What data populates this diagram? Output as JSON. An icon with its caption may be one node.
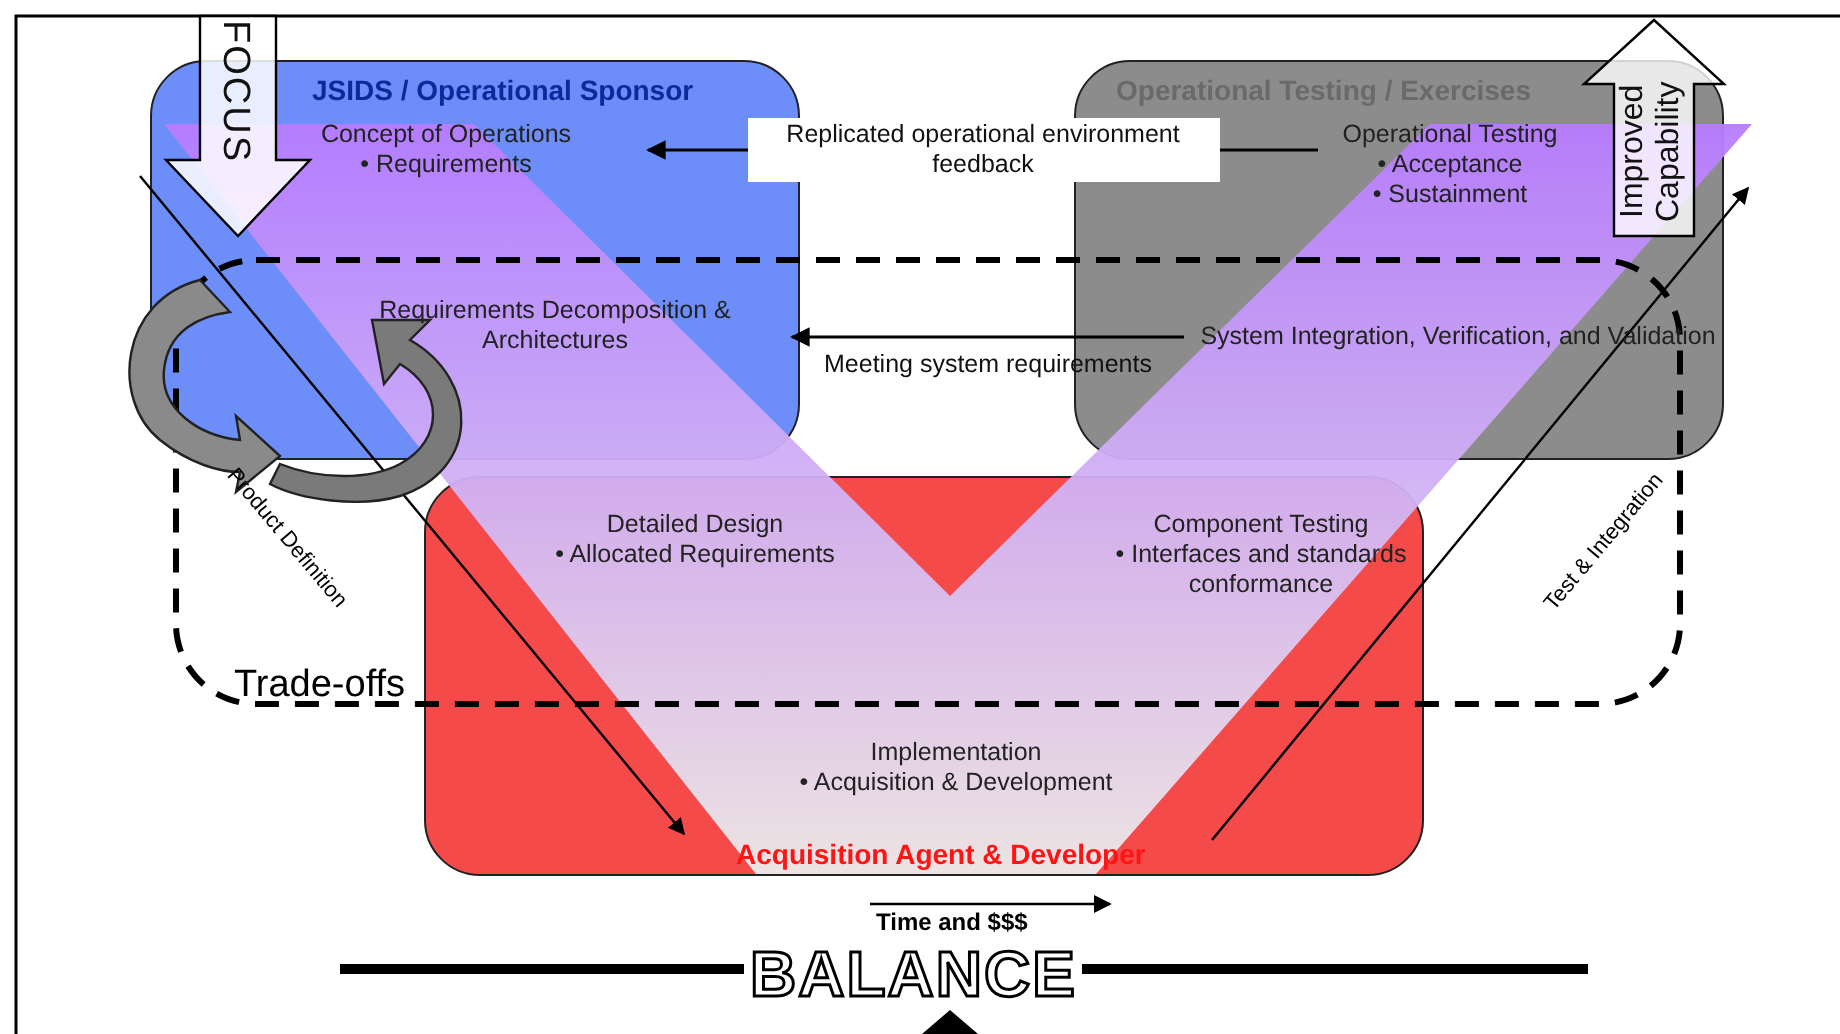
{
  "diagram": {
    "nodes": [
      {
        "text": [
          "JSIDS / Operational Sponsor"
        ]
      },
      {
        "text": [
          "Concept of Operations • Requirements"
        ],
        "in": 0
      },
      {
        "text": [
          "Requirements Decomposition & Architectures"
        ],
        "in": 0
      },
      {
        "text": [
          "Operational Testing / Exercises"
        ]
      },
      {
        "text": [
          "Operational Testing • Acceptance • Sustainment"
        ],
        "in": 3
      },
      {
        "text": [
          "System Integration, Verification, and Validation"
        ],
        "in": 3
      },
      {
        "text": [
          "Acquisition Agent & Developer"
        ]
      },
      {
        "text": [
          "Detailed Design • Allocated Requirements"
        ],
        "in": 6
      },
      {
        "text": [
          "Component Testing • Interfaces and standards conformance"
        ],
        "in": 6
      },
      {
        "text": [
          "Implementation • Acquisition & Development"
        ],
        "in": 6
      }
    ],
    "edges": [
      {
        "from": 4,
        "to": 1,
        "arrow": "to",
        "label": "Replicated operational environment feedback"
      },
      {
        "from": 5,
        "to": 2,
        "arrow": "to",
        "label": "Meeting system requirements"
      }
    ],
    "labels": [
      "FOCUS",
      "Improved Capability",
      "Product Definition",
      "Test & Integration",
      "Trade-offs",
      "Time and $$$",
      "BALANCE"
    ]
  }
}
